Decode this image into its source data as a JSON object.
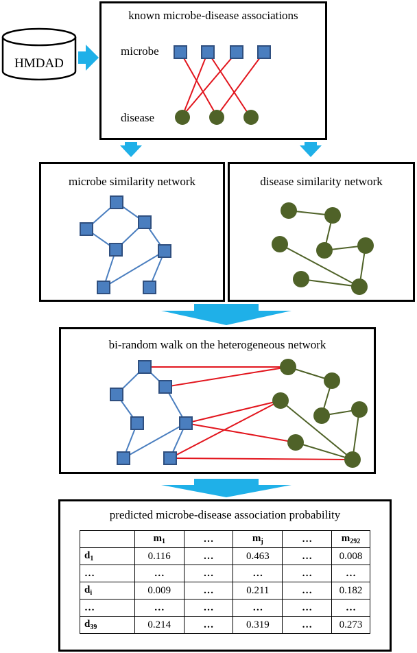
{
  "database": {
    "label": "HMDAD"
  },
  "known_box": {
    "title": "known microbe-disease associations",
    "microbe_label": "microbe",
    "disease_label": "disease"
  },
  "microbe_box": {
    "title": "microbe similarity network"
  },
  "disease_box": {
    "title": "disease similarity network"
  },
  "walk_box": {
    "title": "bi-random walk on the heterogeneous network"
  },
  "result_box": {
    "title": "predicted microbe-disease association probability",
    "table": {
      "columns": [
        {
          "base": "",
          "sub": ""
        },
        {
          "base": "m",
          "sub": "1"
        },
        {
          "base": "…",
          "sub": ""
        },
        {
          "base": "m",
          "sub": "j"
        },
        {
          "base": "…",
          "sub": ""
        },
        {
          "base": "m",
          "sub": "292"
        }
      ],
      "rows": [
        {
          "head": {
            "base": "d",
            "sub": "1"
          },
          "cells": [
            "0.116",
            "…",
            "0.463",
            "…",
            "0.008"
          ]
        },
        {
          "head": {
            "base": "…",
            "sub": ""
          },
          "cells": [
            "…",
            "…",
            "…",
            "…",
            "…"
          ]
        },
        {
          "head": {
            "base": "d",
            "sub": "i"
          },
          "cells": [
            "0.009",
            "…",
            "0.211",
            "…",
            "0.182"
          ]
        },
        {
          "head": {
            "base": "…",
            "sub": ""
          },
          "cells": [
            "…",
            "…",
            "…",
            "…",
            "…"
          ]
        },
        {
          "head": {
            "base": "d",
            "sub": "39"
          },
          "cells": [
            "0.214",
            "…",
            "0.319",
            "…",
            "0.273"
          ]
        }
      ]
    }
  },
  "colors": {
    "microbe_fill": "#4a7ebf",
    "microbe_stroke": "#2f4f7f",
    "disease_fill": "#4f6228",
    "microbe_edge": "#4a7ebf",
    "disease_edge": "#4f6228",
    "association_edge": "#e2151d",
    "arrow": "#1fb0e8"
  }
}
